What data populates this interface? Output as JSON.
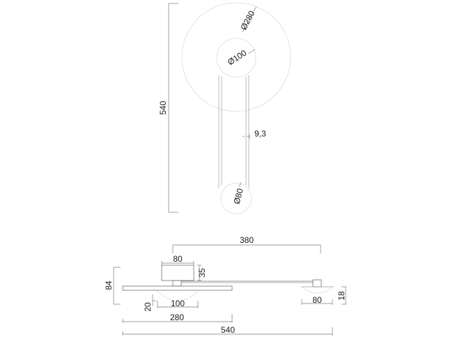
{
  "drawing": {
    "title": "Wall lamp dimension drawing",
    "stroke_color": "#6f6f6f",
    "text_color": "#1a1a1a",
    "front_view": {
      "large_disc_label": "Ø280",
      "inner_disc_label": "Ø100",
      "small_disc_label": "Ø80",
      "stem_width_label": "9,3",
      "overall_height_label": "540"
    },
    "side_view": {
      "canopy_width_label": "80",
      "canopy_height_label": "35",
      "arm_reach_label": "380",
      "overall_depth_label": "84",
      "large_dome_depth_label": "20",
      "large_dome_width_label": "100",
      "small_dome_width_label": "80",
      "small_dome_depth_label": "18",
      "bar_length_label": "280",
      "overall_length_label": "540"
    }
  }
}
